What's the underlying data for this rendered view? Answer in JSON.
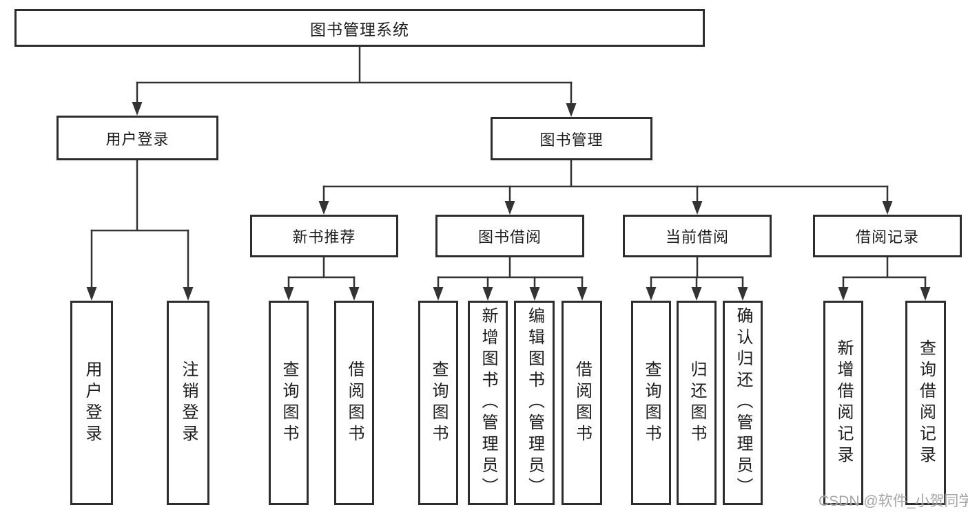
{
  "colors": {
    "background": "#ffffff",
    "box_border": "#2d2d2d",
    "box_fill": "#ffffff",
    "line": "#333333",
    "text": "#1c1c1c",
    "watermark": "#9e9e9e"
  },
  "watermark": {
    "text": "CSDN @软件_小贺同学"
  },
  "tree": {
    "label": "图书管理系统",
    "children": [
      {
        "label": "用户登录",
        "children": [
          {
            "label": "用户登录"
          },
          {
            "label": "注销登录"
          }
        ]
      },
      {
        "label": "图书管理",
        "children": [
          {
            "label": "新书推荐",
            "children": [
              {
                "label": "查询图书"
              },
              {
                "label": "借阅图书"
              }
            ]
          },
          {
            "label": "图书借阅",
            "children": [
              {
                "label": "查询图书"
              },
              {
                "label": "新增图书（管理员）"
              },
              {
                "label": "编辑图书（管理员）"
              },
              {
                "label": "借阅图书"
              }
            ]
          },
          {
            "label": "当前借阅",
            "children": [
              {
                "label": "查询图书"
              },
              {
                "label": "归还图书"
              },
              {
                "label": "确认归还（管理员）"
              }
            ]
          },
          {
            "label": "借阅记录",
            "children": [
              {
                "label": "新增借阅记录"
              },
              {
                "label": "查询借阅记录"
              }
            ]
          }
        ]
      }
    ]
  }
}
